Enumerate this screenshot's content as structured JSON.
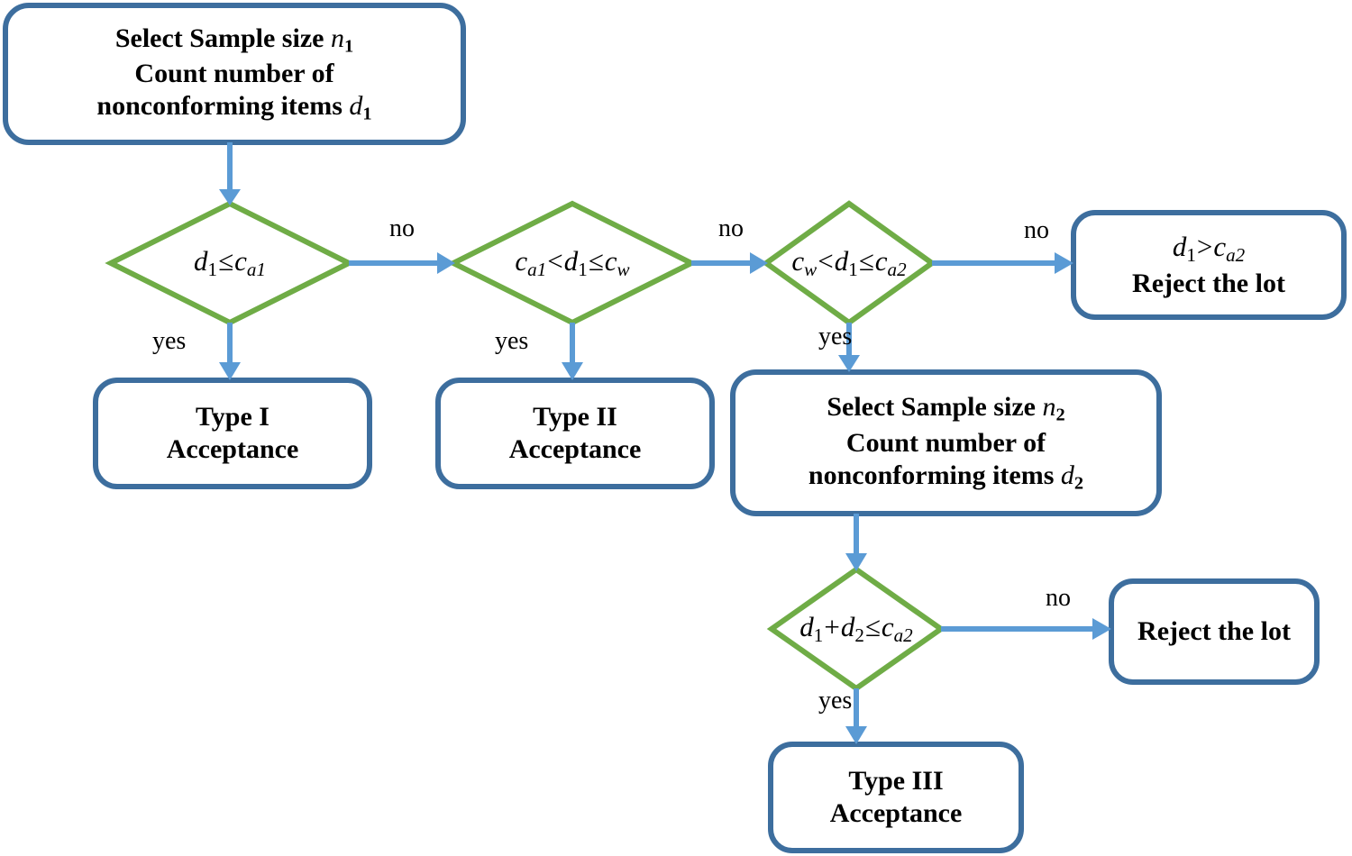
{
  "diagram": {
    "title": "Double acceptance sampling plan flowchart",
    "colors": {
      "process_border": "#3D6E9E",
      "decision_border": "#6FAC46",
      "connector": "#5B9BD5",
      "fill": "#FFFFFF",
      "text": "#000000"
    }
  },
  "nodes": {
    "sample1": {
      "shape": "rounded-rectangle",
      "line1_prefix": "Select Sample size ",
      "line1_var": "n",
      "line1_sub": "1",
      "line2": "Count number of",
      "line3_prefix": "nonconforming items ",
      "line3_var": "d",
      "line3_sub": "1"
    },
    "decision1": {
      "shape": "diamond",
      "text": "d₁ ≤ ca1",
      "lhs_var": "d",
      "lhs_sub": "1",
      "operator": "≤",
      "rhs_var": "c",
      "rhs_sub": "a1"
    },
    "decision2": {
      "shape": "diamond",
      "text": "ca1 < d₁ ≤ cw",
      "left_var": "c",
      "left_sub": "a1",
      "op1": "<",
      "mid_var": "d",
      "mid_sub": "1",
      "op2": "≤",
      "right_var": "c",
      "right_sub": "w"
    },
    "decision3": {
      "shape": "diamond",
      "text": "cw < d₁ ≤ ca2",
      "left_var": "c",
      "left_sub": "w",
      "op1": "<",
      "mid_var": "d",
      "mid_sub": "1",
      "op2": "≤",
      "right_var": "c",
      "right_sub": "a2"
    },
    "reject1": {
      "shape": "rounded-rectangle",
      "line1_lhs_var": "d",
      "line1_lhs_sub": "1",
      "line1_op": ">",
      "line1_rhs_var": "c",
      "line1_rhs_sub": "a2",
      "line2": "Reject the lot"
    },
    "type1": {
      "shape": "rounded-rectangle",
      "line1": "Type I",
      "line2": "Acceptance"
    },
    "type2": {
      "shape": "rounded-rectangle",
      "line1": "Type II",
      "line2": "Acceptance"
    },
    "sample2": {
      "shape": "rounded-rectangle",
      "line1_prefix": "Select Sample size ",
      "line1_var": "n",
      "line1_sub": "2",
      "line2": "Count number of",
      "line3_prefix": "nonconforming items ",
      "line3_var": "d",
      "line3_sub": "2"
    },
    "decision4": {
      "shape": "diamond",
      "text": "d₁ + d₂ ≤ ca2",
      "a_var": "d",
      "a_sub": "1",
      "plus": "+",
      "b_var": "d",
      "b_sub": "2",
      "op": "≤",
      "c_var": "c",
      "c_sub": "a2"
    },
    "reject2": {
      "shape": "rounded-rectangle",
      "line1": "Reject the lot"
    },
    "type3": {
      "shape": "rounded-rectangle",
      "line1": "Type III",
      "line2": "Acceptance"
    }
  },
  "edge_labels": {
    "no1": "no",
    "no2": "no",
    "no3": "no",
    "no4": "no",
    "yes1": "yes",
    "yes2": "yes",
    "yes3": "yes",
    "yes4": "yes"
  }
}
